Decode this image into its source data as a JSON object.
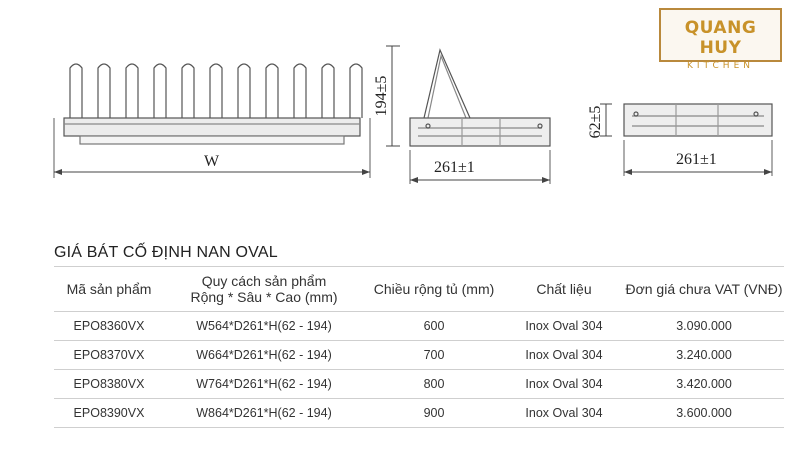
{
  "logo": {
    "brand": "QUANG HUY",
    "sub": "KITCHEN"
  },
  "drawing": {
    "front_width_label": "W",
    "side_height_label": "194±5",
    "side_depth_label": "261±1",
    "low_height_label": "62±5",
    "low_depth_label": "261±1"
  },
  "title": "GIÁ BÁT CỐ ĐỊNH NAN OVAL",
  "table": {
    "headers": {
      "code": "Mã sản phẩm",
      "spec_line1": "Quy cách sản phẩm",
      "spec_line2": "Rộng * Sâu * Cao (mm)",
      "cabinet": "Chiều rộng tủ (mm)",
      "material": "Chất liệu",
      "price": "Đơn giá chưa VAT (VNĐ)"
    },
    "rows": [
      {
        "code": "EPO8360VX",
        "spec": "W564*D261*H(62 - 194)",
        "cabinet": "600",
        "material": "Inox Oval 304",
        "price": "3.090.000"
      },
      {
        "code": "EPO8370VX",
        "spec": "W664*D261*H(62 - 194)",
        "cabinet": "700",
        "material": "Inox Oval 304",
        "price": "3.240.000"
      },
      {
        "code": "EPO8380VX",
        "spec": "W764*D261*H(62 - 194)",
        "cabinet": "800",
        "material": "Inox Oval 304",
        "price": "3.420.000"
      },
      {
        "code": "EPO8390VX",
        "spec": "W864*D261*H(62 - 194)",
        "cabinet": "900",
        "material": "Inox Oval 304",
        "price": "3.600.000"
      }
    ]
  }
}
